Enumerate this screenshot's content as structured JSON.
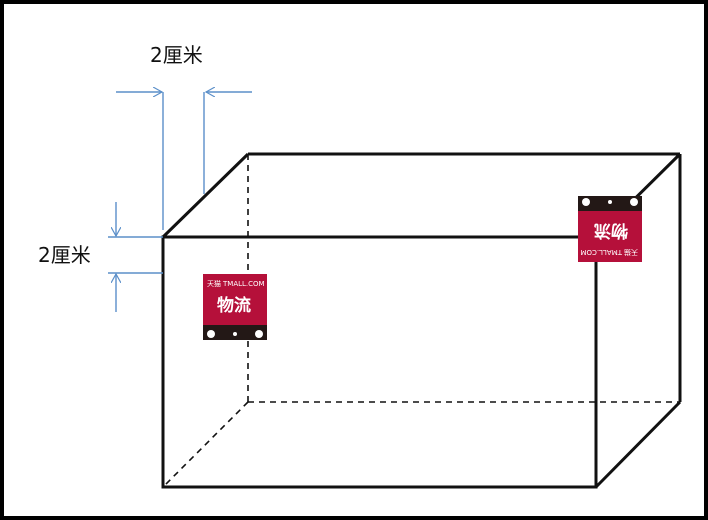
{
  "dimensions": {
    "top_gap_label": "2厘米",
    "side_gap_label": "2厘米"
  },
  "logistics_label": {
    "brand": "天猫",
    "site": "TMALL.COM",
    "title": "物流",
    "bg_color": "#b5103a",
    "face_color": "#231816"
  },
  "colors": {
    "dimension_line": "#5b8fc9",
    "box_edge": "#111111"
  }
}
